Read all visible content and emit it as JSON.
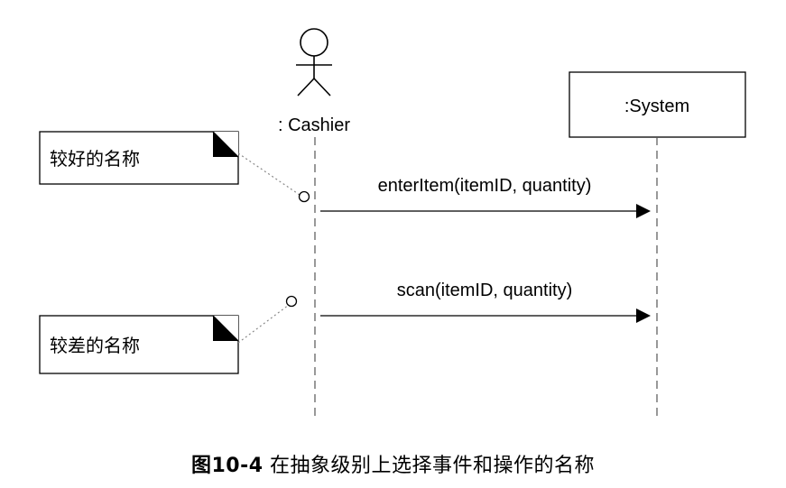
{
  "actor": {
    "label": ": Cashier"
  },
  "system": {
    "label": ":System"
  },
  "messages": [
    {
      "label": "enterItem(itemID, quantity)"
    },
    {
      "label": "scan(itemID, quantity)"
    }
  ],
  "notes": {
    "good": "较好的名称",
    "bad": "较差的名称"
  },
  "caption": {
    "number": "图10-4",
    "text": "在抽象级别上选择事件和操作的名称"
  }
}
